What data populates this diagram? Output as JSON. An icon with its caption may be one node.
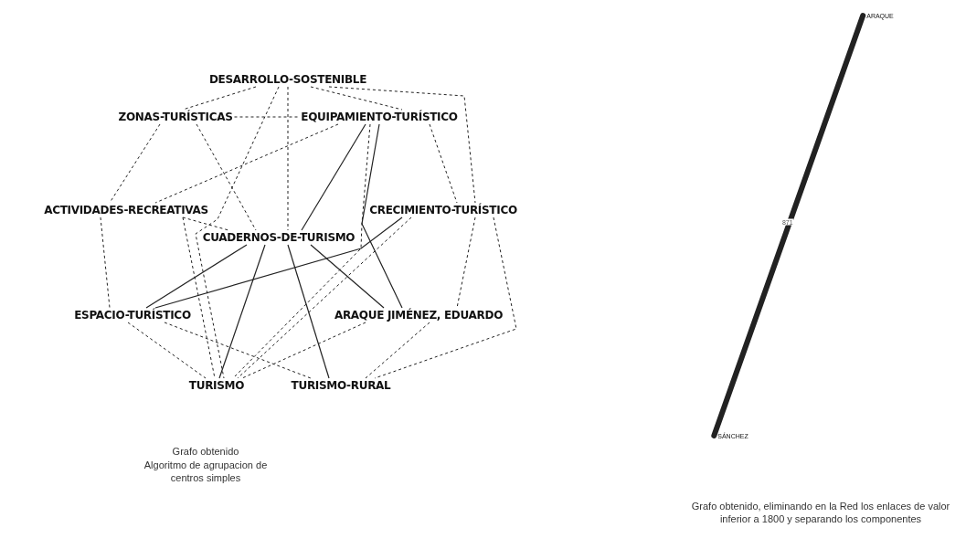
{
  "diagram": {
    "nodes": [
      {
        "text": [
          "DESARROLLO-SOSTENIBLE"
        ]
      },
      {
        "text": [
          "ZONAS-TURÍSTICAS"
        ]
      },
      {
        "text": [
          "EQUIPAMIENTO-TURÍSTICO"
        ]
      },
      {
        "text": [
          "ACTIVIDADES-RECREATIVAS"
        ]
      },
      {
        "text": [
          "CRECIMIENTO-TURÍSTICO"
        ]
      },
      {
        "text": [
          "CUADERNOS-DE-TURISMO"
        ]
      },
      {
        "text": [
          "ESPACIO-TURÍSTICO"
        ]
      },
      {
        "text": [
          "ARAQUE JIMÉNEZ, EDUARDO"
        ]
      },
      {
        "text": [
          "TURISMO"
        ]
      },
      {
        "text": [
          "TURISMO-RURAL"
        ]
      },
      {
        "text": [
          "ARAQUE"
        ]
      },
      {
        "text": [
          "SÁNCHEZ"
        ]
      }
    ],
    "edges": [
      {
        "from": 2,
        "to": 5,
        "arrow": "none"
      },
      {
        "from": 2,
        "to": 7,
        "arrow": "none"
      },
      {
        "from": 5,
        "to": 6,
        "arrow": "none"
      },
      {
        "from": 4,
        "to": 6,
        "arrow": "none"
      },
      {
        "from": 5,
        "to": 7,
        "arrow": "none"
      },
      {
        "from": 5,
        "to": 8,
        "arrow": "none"
      },
      {
        "from": 5,
        "to": 9,
        "arrow": "none"
      },
      {
        "from": 0,
        "to": 1,
        "arrow": "none",
        "style": "dashed"
      },
      {
        "from": 0,
        "to": 2,
        "arrow": "none",
        "style": "dashed"
      },
      {
        "from": 0,
        "to": 4,
        "arrow": "none",
        "style": "dashed"
      },
      {
        "from": 0,
        "to": 5,
        "arrow": "none",
        "style": "dashed"
      },
      {
        "from": 0,
        "to": 8,
        "arrow": "none",
        "style": "dashed"
      },
      {
        "from": 1,
        "to": 3,
        "arrow": "none",
        "style": "dashed"
      },
      {
        "from": 1,
        "to": 5,
        "arrow": "none",
        "style": "dashed"
      },
      {
        "from": 1,
        "to": 2,
        "arrow": "none",
        "style": "dashed"
      },
      {
        "from": 2,
        "to": 4,
        "arrow": "none",
        "style": "dashed"
      },
      {
        "from": 2,
        "to": 3,
        "arrow": "none",
        "style": "dashed"
      },
      {
        "from": 2,
        "to": 8,
        "arrow": "none",
        "style": "dashed"
      },
      {
        "from": 3,
        "to": 6,
        "arrow": "none",
        "style": "dashed"
      },
      {
        "from": 3,
        "to": 5,
        "arrow": "none",
        "style": "dashed"
      },
      {
        "from": 3,
        "to": 8,
        "arrow": "none",
        "style": "dashed"
      },
      {
        "from": 4,
        "to": 7,
        "arrow": "none",
        "style": "dashed"
      },
      {
        "from": 4,
        "to": 9,
        "arrow": "none",
        "style": "dashed"
      },
      {
        "from": 4,
        "to": 8,
        "arrow": "none",
        "style": "dashed"
      },
      {
        "from": 6,
        "to": 8,
        "arrow": "none",
        "style": "dashed"
      },
      {
        "from": 6,
        "to": 9,
        "arrow": "none",
        "style": "dashed"
      },
      {
        "from": 7,
        "to": 8,
        "arrow": "none",
        "style": "dashed"
      },
      {
        "from": 7,
        "to": 9,
        "arrow": "none",
        "style": "dashed"
      },
      {
        "from": 10,
        "to": 11,
        "arrow": "none",
        "style": "thick",
        "label": "871"
      }
    ],
    "labels": [
      "Grafo obtenido",
      "Algoritmo de agrupacion de centros simples",
      "Grafo obtenido, eliminando en la Red los enlaces de valor inferior a 1800 y separando los componentes"
    ]
  }
}
